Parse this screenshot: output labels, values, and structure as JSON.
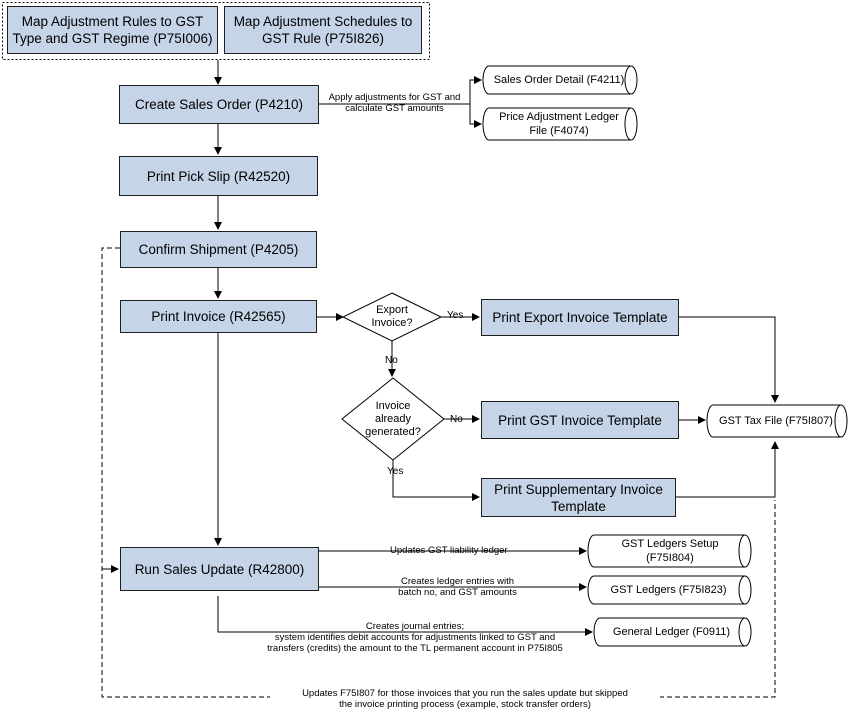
{
  "processes": {
    "map_rules": "Map Adjustment Rules to GST Type and GST Regime (P75I006)",
    "map_schedules": "Map Adjustment Schedules to GST Rule (P75I826)",
    "create_so": "Create Sales Order (P4210)",
    "pick_slip": "Print Pick Slip (R42520)",
    "confirm": "Confirm Shipment (P4205)",
    "invoice": "Print Invoice (R42565)",
    "export_tpl": "Print Export Invoice Template",
    "gst_tpl": "Print GST Invoice Template",
    "supp_tpl": "Print Supplementary Invoice Template",
    "sales_update": "Run Sales Update (R42800)"
  },
  "decisions": {
    "export": "Export Invoice?",
    "already": "Invoice already generated?"
  },
  "branches": {
    "yes": "Yes",
    "no": "No"
  },
  "files": {
    "f4211": "Sales Order Detail (F4211)",
    "f4074": "Price Adjustment Ledger File (F4074)",
    "f75i807": "GST Tax File (F75I807)",
    "f75i804": "GST Ledgers Setup (F75I804)",
    "f75i823": "GST Ledgers (F75I823)",
    "f0911": "General Ledger (F0911)"
  },
  "edge_labels": {
    "apply_1": "Apply adjustments for GST and",
    "apply_2": "calculate GST amounts",
    "liability": "Updates GST liability ledger",
    "entries_1": "Creates ledger entries with",
    "entries_2": "batch no, and GST amounts",
    "journal_1": "Creates journal entries;",
    "journal_2": "system identifies debit accounts for adjustments linked to GST  and",
    "journal_3": "transfers (credits) the amount to the TL permanent account  in P75I805",
    "skip_1": "Updates F75I807 for those invoices that you run the sales update but skipped",
    "skip_2": "the invoice printing process (example, stock transfer orders)"
  }
}
